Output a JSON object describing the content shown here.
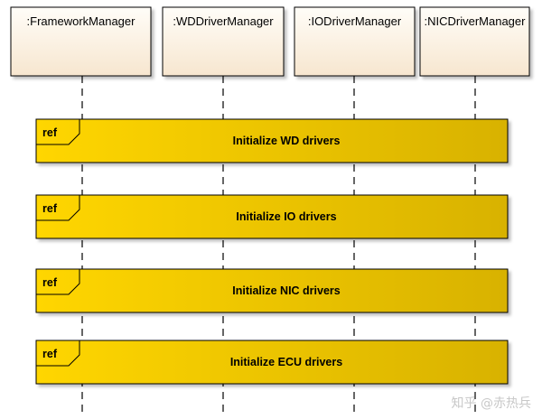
{
  "lifelines": [
    {
      "label": ":FrameworkManager"
    },
    {
      "label": ":WDDriverManager"
    },
    {
      "label": ":IODriverManager"
    },
    {
      "label": ":NICDriverManager"
    }
  ],
  "fragments": [
    {
      "tag": "ref",
      "title": "Initialize WD drivers"
    },
    {
      "tag": "ref",
      "title": "Initialize IO drivers"
    },
    {
      "tag": "ref",
      "title": "Initialize NIC drivers"
    },
    {
      "tag": "ref",
      "title": "Initialize ECU drivers"
    }
  ],
  "watermark": "知乎 @赤热兵",
  "colors": {
    "lifeline_fill_top": "#fffdf8",
    "lifeline_fill_bottom": "#f7e6cf",
    "frame_fill_light": "#ffd600",
    "frame_fill_dark": "#d8b200",
    "stroke": "#000000"
  }
}
